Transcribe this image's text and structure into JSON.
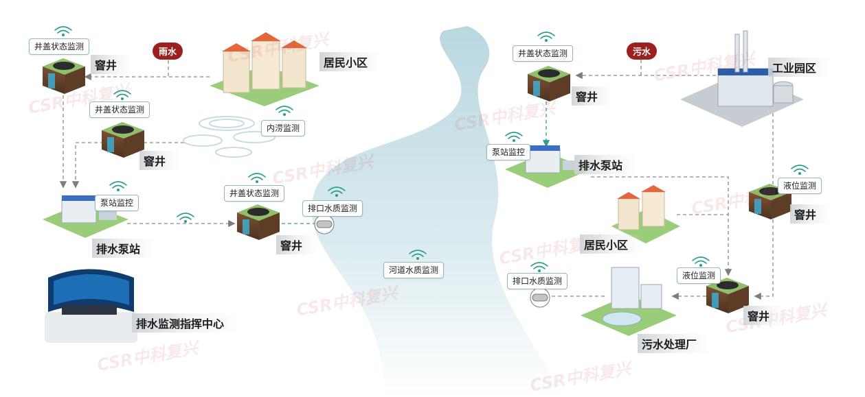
{
  "labels": {
    "rain": "雨水",
    "sewage": "污水",
    "manhole": "窨井",
    "residential": "居民小区",
    "industrial": "工业园区",
    "pump_station": "排水泵站",
    "command_center": "排水监测指挥中心",
    "treatment_plant": "污水处理厂"
  },
  "tags": {
    "cover_monitor": "井盖状态监测",
    "waterlogging": "内涝监测",
    "pump_monitor": "泵站监控",
    "outfall_quality": "排口水质监测",
    "river_quality": "河道水质监测",
    "level_monitor": "液位监测"
  },
  "watermark": {
    "brand": "CSR",
    "text": "中科复兴"
  },
  "colors": {
    "accent": "#2a9d8f",
    "pill": "#9b2121",
    "river": "#cfe5ec",
    "line": "#8a8a8a",
    "green_line": "#2a9d8f"
  }
}
